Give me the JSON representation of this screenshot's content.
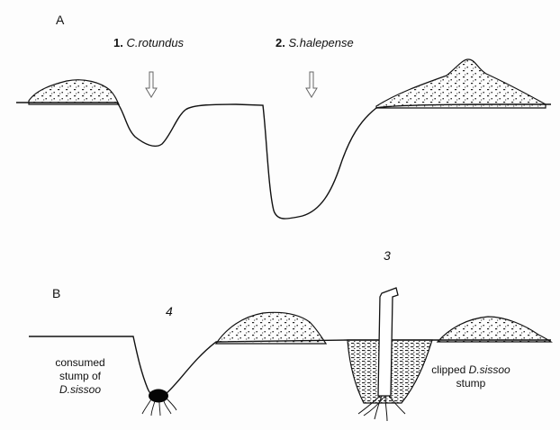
{
  "panel_a": {
    "letter": "A",
    "label1_num": "1.",
    "label1_name": "C.rotundus",
    "label2_num": "2.",
    "label2_name": "S.halepense"
  },
  "panel_b": {
    "letter": "B",
    "label3": "3",
    "label4": "4",
    "left_caption": {
      "line1": "consumed",
      "line2": "stump of",
      "line3": "D.sissoo"
    },
    "right_caption": {
      "prefix": "clipped ",
      "species": "D.sissoo",
      "line2": "stump"
    }
  }
}
